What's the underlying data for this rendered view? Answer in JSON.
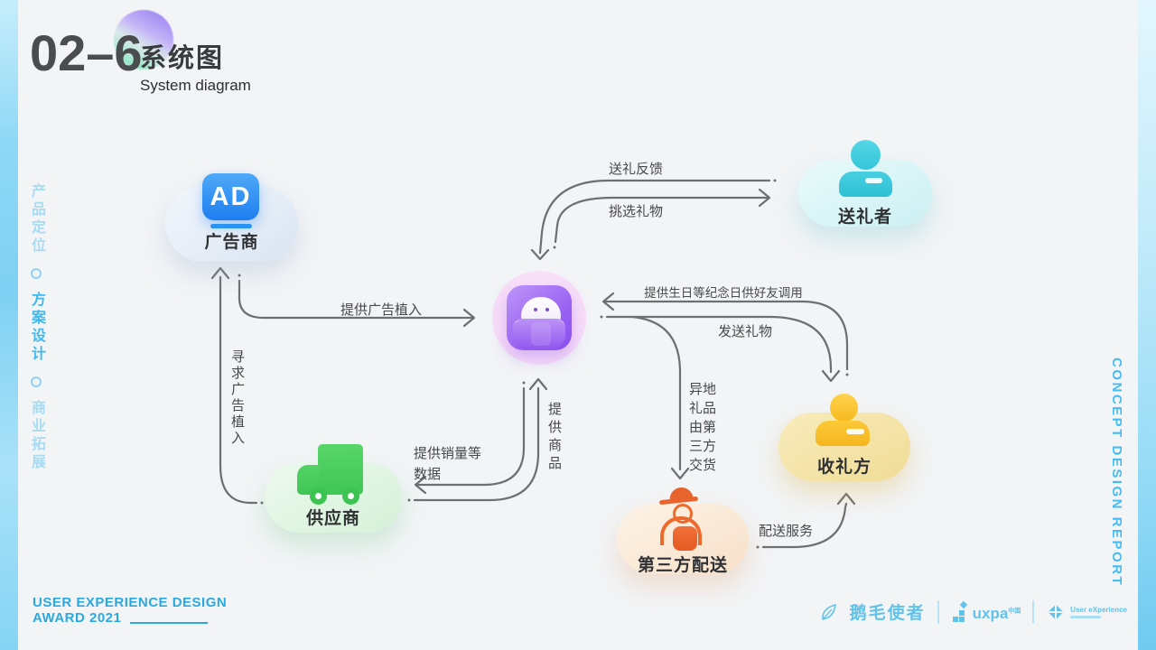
{
  "header": {
    "number": "02–6",
    "title": "系统图",
    "subtitle": "System diagram"
  },
  "left_nav": {
    "items": [
      {
        "label": "产品定位",
        "active": false
      },
      {
        "label": "方案设计",
        "active": true
      },
      {
        "label": "商业拓展",
        "active": false
      }
    ]
  },
  "right_nav": {
    "label": "CONCEPT DESIGN REPORT"
  },
  "diagram": {
    "nodes": [
      {
        "id": "advertiser",
        "label": "广告商",
        "icon": "ad-billboard-icon",
        "icon_text": "AD",
        "color": "#2a93f4"
      },
      {
        "id": "gift-giver",
        "label": "送礼者",
        "icon": "person-icon",
        "color": "#3ecbdf"
      },
      {
        "id": "supplier",
        "label": "供应商",
        "icon": "truck-icon",
        "color": "#4bcf5e"
      },
      {
        "id": "receiver",
        "label": "收礼方",
        "icon": "person-icon",
        "color": "#f9c52f"
      },
      {
        "id": "third-party-delivery",
        "label": "第三方配送",
        "icon": "courier-icon",
        "color": "#ed6a2c"
      }
    ],
    "app_node": {
      "id": "app",
      "icon": "gift-app-icon",
      "color": "#9a63f2"
    },
    "edges": [
      {
        "from": "送礼者",
        "to": "app",
        "label": "送礼反馈"
      },
      {
        "from": "app",
        "to": "送礼者",
        "label": "挑选礼物"
      },
      {
        "from": "广告商",
        "to": "app",
        "label": "提供广告植入"
      },
      {
        "from": "供应商",
        "to": "广告商",
        "label": "寻求广告植入"
      },
      {
        "from": "app",
        "to": "供应商",
        "label": "提供销量等数据"
      },
      {
        "from": "供应商",
        "to": "app",
        "label": "提供商品"
      },
      {
        "from": "收礼方",
        "to": "app",
        "label": "提供生日等纪念日供好友调用"
      },
      {
        "from": "app",
        "to": "收礼方",
        "label": "发送礼物"
      },
      {
        "from": "app",
        "to": "第三方配送",
        "label": "异地礼品由第三方交货"
      },
      {
        "from": "第三方配送",
        "to": "收礼方",
        "label": "配送服务"
      }
    ]
  },
  "footer": {
    "award_line1": "USER EXPERIENCE DESIGN",
    "award_line2": "AWARD 2021",
    "brand": "鹅毛使者",
    "uxpa_label": "uxpa",
    "uxpa_sup": "中国",
    "partner_label": "User eXperience"
  },
  "colors": {
    "accent_blue": "#2aa9e1",
    "nav_blue": "#45bdf2",
    "arrow_gray": "#6e6f71"
  }
}
